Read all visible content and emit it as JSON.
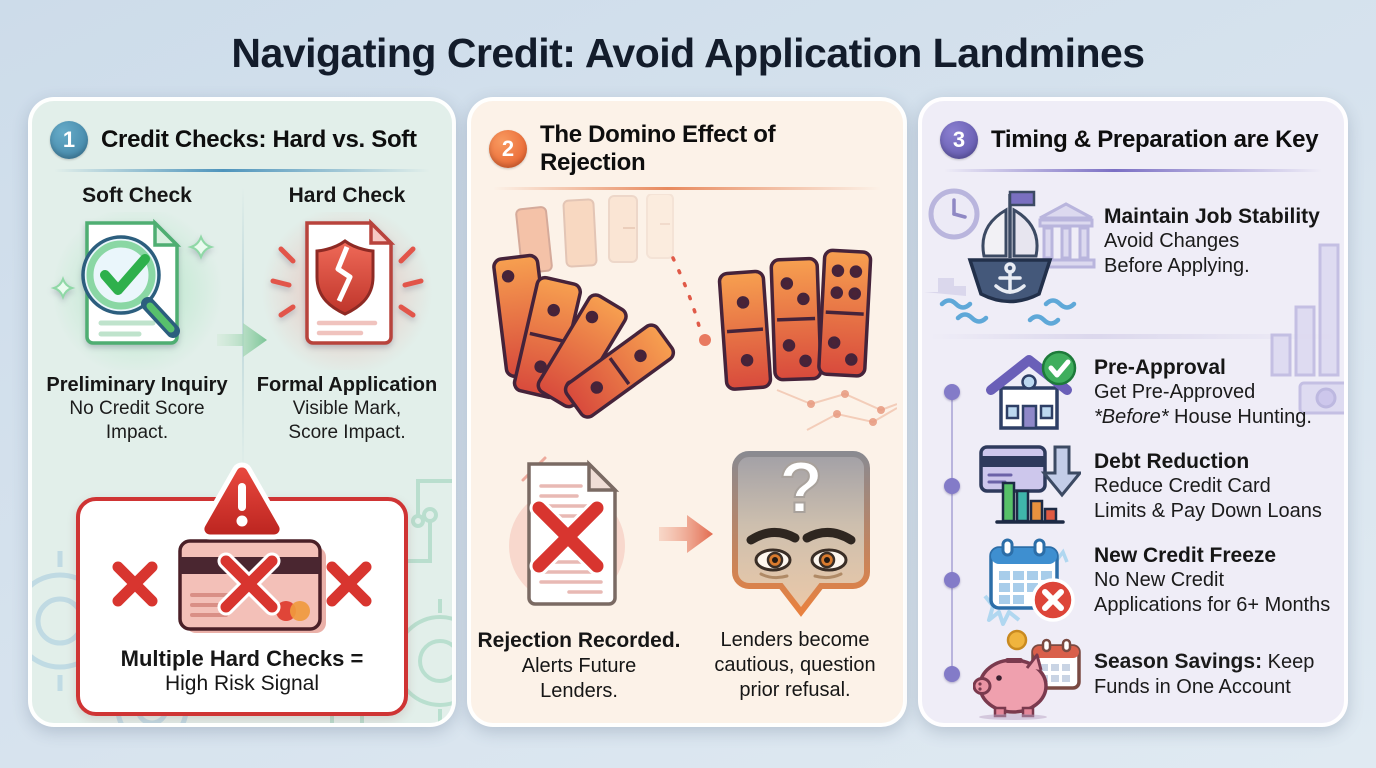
{
  "title": "Navigating Credit: Avoid Application Landmines",
  "colors": {
    "page_bg_top": "#cddcea",
    "page_bg_bottom": "#e0eaf2",
    "title_text": "#131c2b",
    "panel1_bg": "#e2efea",
    "panel2_bg": "#fcf2e8",
    "panel3_bg": "#efedf7",
    "badge1_blue": "#3c7fa2",
    "badge2_orange": "#e55a28",
    "badge3_purple": "#5c53a8",
    "warning_red": "#cf3434",
    "check_green": "#2eb04c",
    "domino_orange": "#e8734a",
    "timeline_purple": "#837bc8"
  },
  "panel1": {
    "number": "1",
    "title": "Credit Checks: Hard vs. Soft",
    "soft": {
      "label": "Soft Check",
      "heading": "Preliminary Inquiry",
      "line1": "No Credit Score",
      "line2": "Impact."
    },
    "hard": {
      "label": "Hard Check",
      "heading": "Formal Application",
      "line1": "Visible Mark,",
      "line2": "Score Impact."
    },
    "warning": {
      "line1": "Multiple Hard Checks =",
      "line2": "High Risk Signal"
    }
  },
  "panel2": {
    "number": "2",
    "title": "The Domino Effect of Rejection",
    "left": {
      "heading": "Rejection Recorded.",
      "line1": "Alerts Future",
      "line2": "Lenders."
    },
    "right": {
      "line1": "Lenders become",
      "line2": "cautious, question",
      "line3": "prior refusal."
    }
  },
  "panel3": {
    "number": "3",
    "title": "Timing & Preparation are Key",
    "items": [
      {
        "heading": "Maintain Job Stability",
        "line1": "Avoid Changes",
        "line2": "Before Applying."
      },
      {
        "heading": "Pre-Approval",
        "line1": "Get Pre-Approved",
        "line2_em": "*Before*",
        "line2_rest": " House Hunting."
      },
      {
        "heading": "Debt Reduction",
        "line1": "Reduce Credit Card",
        "line2": "Limits & Pay Down Loans"
      },
      {
        "heading": "New Credit Freeze",
        "line1": "No New Credit",
        "line2": "Applications for 6+ Months"
      },
      {
        "heading": "Season Savings:",
        "heading_rest": " Keep",
        "line2": "Funds in One Account"
      }
    ]
  },
  "icons": {
    "panel1": [
      "soft-check-document-magnifier-icon",
      "transition-arrow-icon",
      "hard-check-broken-shield-icon",
      "warning-triangle-icon",
      "blocked-credit-card-icon"
    ],
    "panel2": [
      "falling-dominoes-icon",
      "rejected-document-icon",
      "consequence-arrow-icon",
      "suspicious-lender-face-icon"
    ],
    "panel3": [
      "stability-ship-icon",
      "house-preapproval-icon",
      "debt-reduction-chart-icon",
      "frozen-calendar-icon",
      "piggy-bank-savings-icon"
    ]
  }
}
